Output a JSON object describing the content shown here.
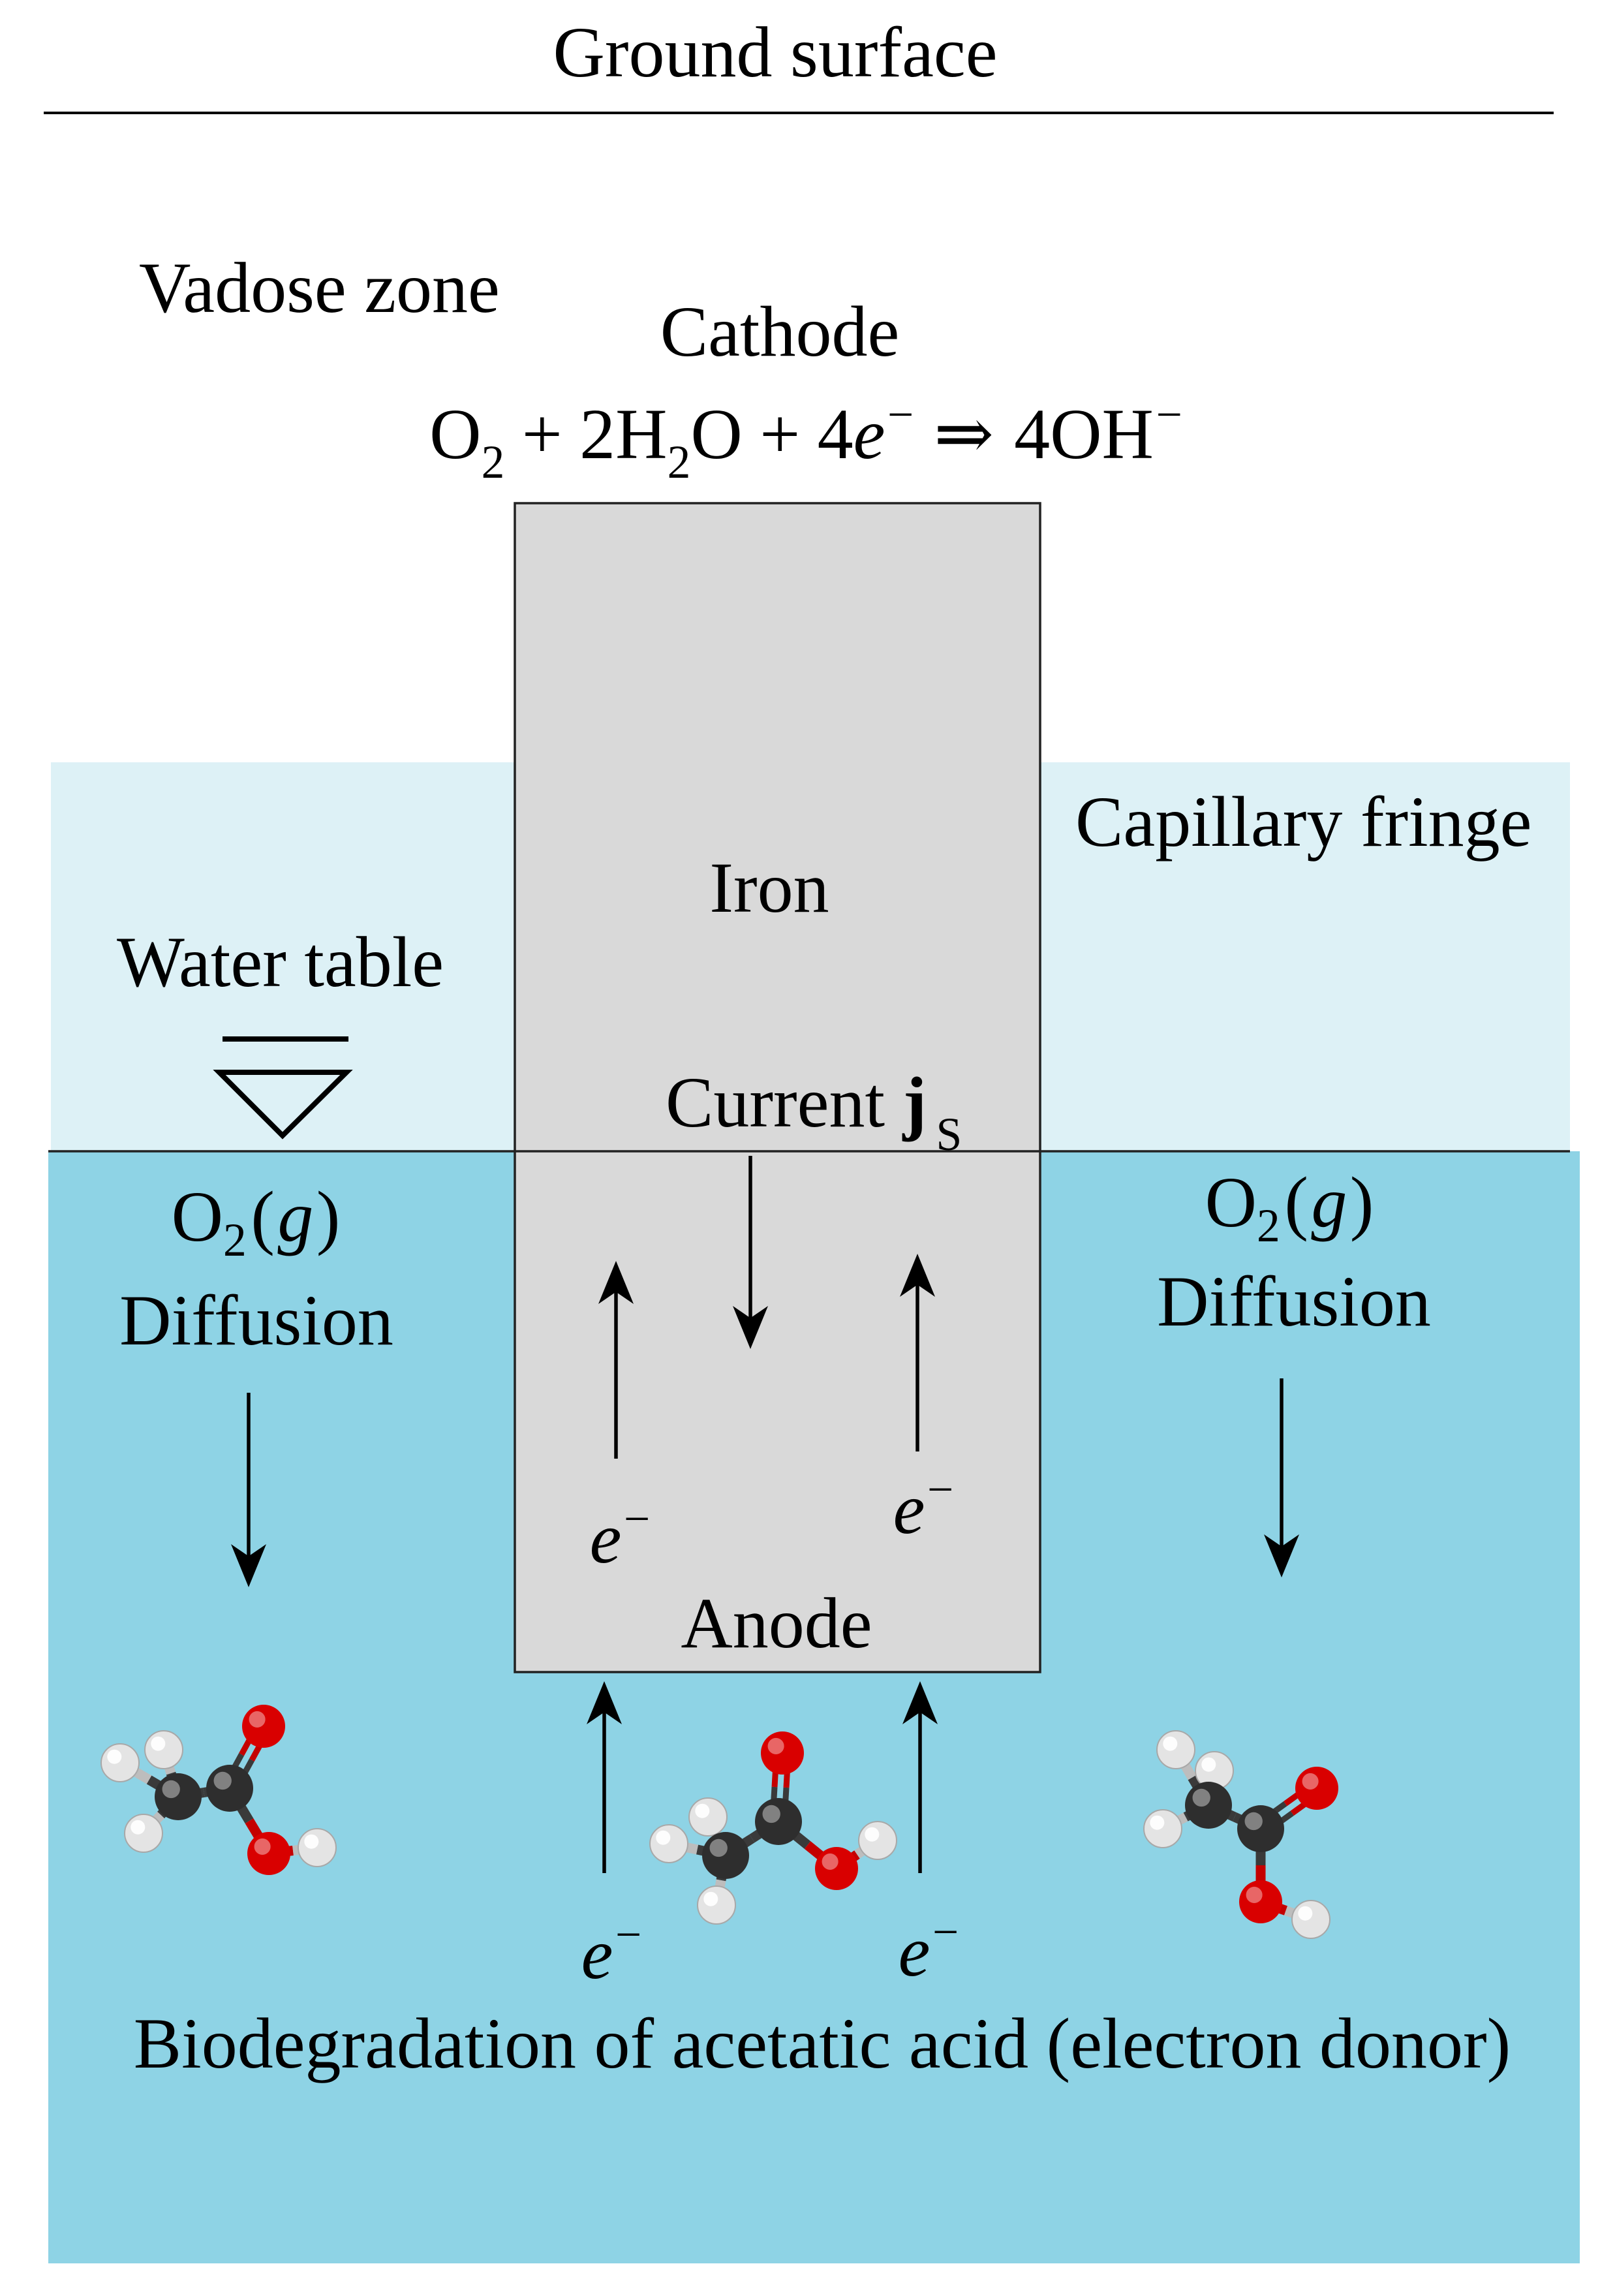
{
  "ground_surface": "Ground surface",
  "vadose_zone": "Vadose zone",
  "cathode": {
    "label": "Cathode",
    "equation": [
      "O",
      "2",
      "+",
      "2H",
      "2",
      "O",
      "+",
      "4",
      "e",
      "−",
      "⇒",
      "4OH",
      "−"
    ]
  },
  "capillary_fringe": "Capillary fringe",
  "iron": "Iron",
  "water_table": "Water table",
  "current": {
    "label": "Current",
    "symbol": "j",
    "subscript": "S"
  },
  "oxygen_left": {
    "species": [
      "O",
      "2",
      "(",
      "g",
      ")"
    ],
    "process": "Diffusion"
  },
  "oxygen_right": {
    "species": [
      "O",
      "2",
      "(",
      "g",
      ")"
    ],
    "process": "Diffusion"
  },
  "electron_labels": [
    {
      "symbol": "e",
      "charge": "−"
    },
    {
      "symbol": "e",
      "charge": "−"
    },
    {
      "symbol": "e",
      "charge": "−"
    },
    {
      "symbol": "e",
      "charge": "−"
    }
  ],
  "anode": "Anode",
  "biodegradation": "Biodegradation of acetatic acid (electron donor)",
  "colors": {
    "capillary_fringe": "#ddf1f6",
    "saturated_zone": "#8ed3e5",
    "iron": "#d9d9d9",
    "carbon": "#2e2e2e",
    "oxygen": "#d90000",
    "hydrogen": "#e4e4e4"
  }
}
